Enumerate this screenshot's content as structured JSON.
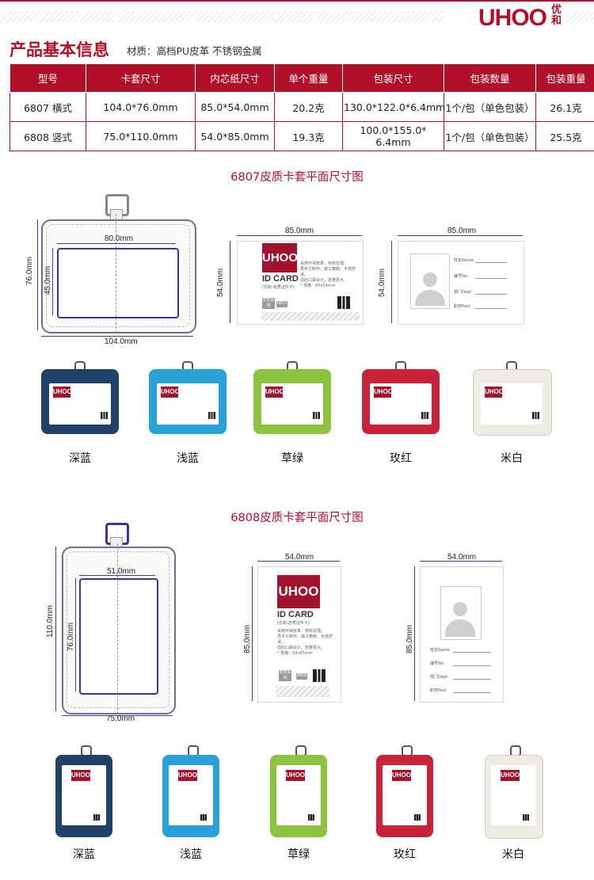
{
  "brand": {
    "logo": "UHOO",
    "logo_cn_1": "优",
    "logo_cn_2": "和",
    "accent": "#b1102a"
  },
  "section1": {
    "title": "产品基本信息",
    "material": "材质：高档PU皮革 不锈钢金属"
  },
  "table": {
    "headers": [
      "型号",
      "卡套尺寸",
      "内芯纸尺寸",
      "单个重量",
      "包装尺寸",
      "包装数量",
      "包装重量"
    ],
    "rows": [
      [
        "6807 横式",
        "104.0*76.0mm",
        "85.0*54.0mm",
        "20.2克",
        "130.0*122.0*6.4mm",
        "1个/包（单色包装）",
        "26.1克"
      ],
      [
        "6808 竖式",
        "75.0*110.0mm",
        "54.0*85.0mm",
        "19.3克",
        "100.0*155.0* 6.4mm",
        "1个/包（单色包装）",
        "25.5克"
      ]
    ]
  },
  "diagram6807": {
    "title": "6807皮质卡套平面尺寸图",
    "window_w": "80.0mm",
    "card_h": "76.0mm",
    "window_h": "45.0mm",
    "card_w": "104.0mm",
    "insert_w": "85.0mm",
    "insert_h": "54.0mm",
    "back_w": "85.0mm",
    "back_h": "54.0mm"
  },
  "diagram6808": {
    "title": "6808皮质卡套平面尺寸图",
    "window_w": "51.0mm",
    "card_h": "110.0mm",
    "window_h": "76.0mm",
    "card_w": "75.0mm",
    "insert_w": "54.0mm",
    "insert_h": "85.0mm",
    "back_w": "54.0mm",
    "back_h": "85.0mm"
  },
  "insert_card": {
    "logo": "UHOO",
    "id_card": "ID CARD",
    "sub": "[优和-皮质证件卡]",
    "lines": [
      "采用环保皮革，特有纹理。",
      "再手工制作，做工精致，手感舒适。",
      "前后口袋设计，容量更大。",
      "* 规格：85x54mm"
    ],
    "lines_v": [
      "采用环保皮革，特有纹理。",
      "再手工制作，做工精致，手感舒适。",
      "前后口袋设计，容量更大。",
      "* 规格：54x85mm"
    ],
    "badge1": "皮质系列",
    "badge2_h": "6807",
    "badge2_v": "6808"
  },
  "back_form": {
    "name": "姓名Name",
    "no": "编号No.",
    "dept": "部门Dept.",
    "post": "职务Post"
  },
  "colors": {
    "names": [
      "深蓝",
      "浅蓝",
      "草绿",
      "玫红",
      "米白"
    ],
    "hex": [
      "#1f4368",
      "#2aa2d8",
      "#8cc33f",
      "#c8233b",
      "#efece4"
    ]
  }
}
